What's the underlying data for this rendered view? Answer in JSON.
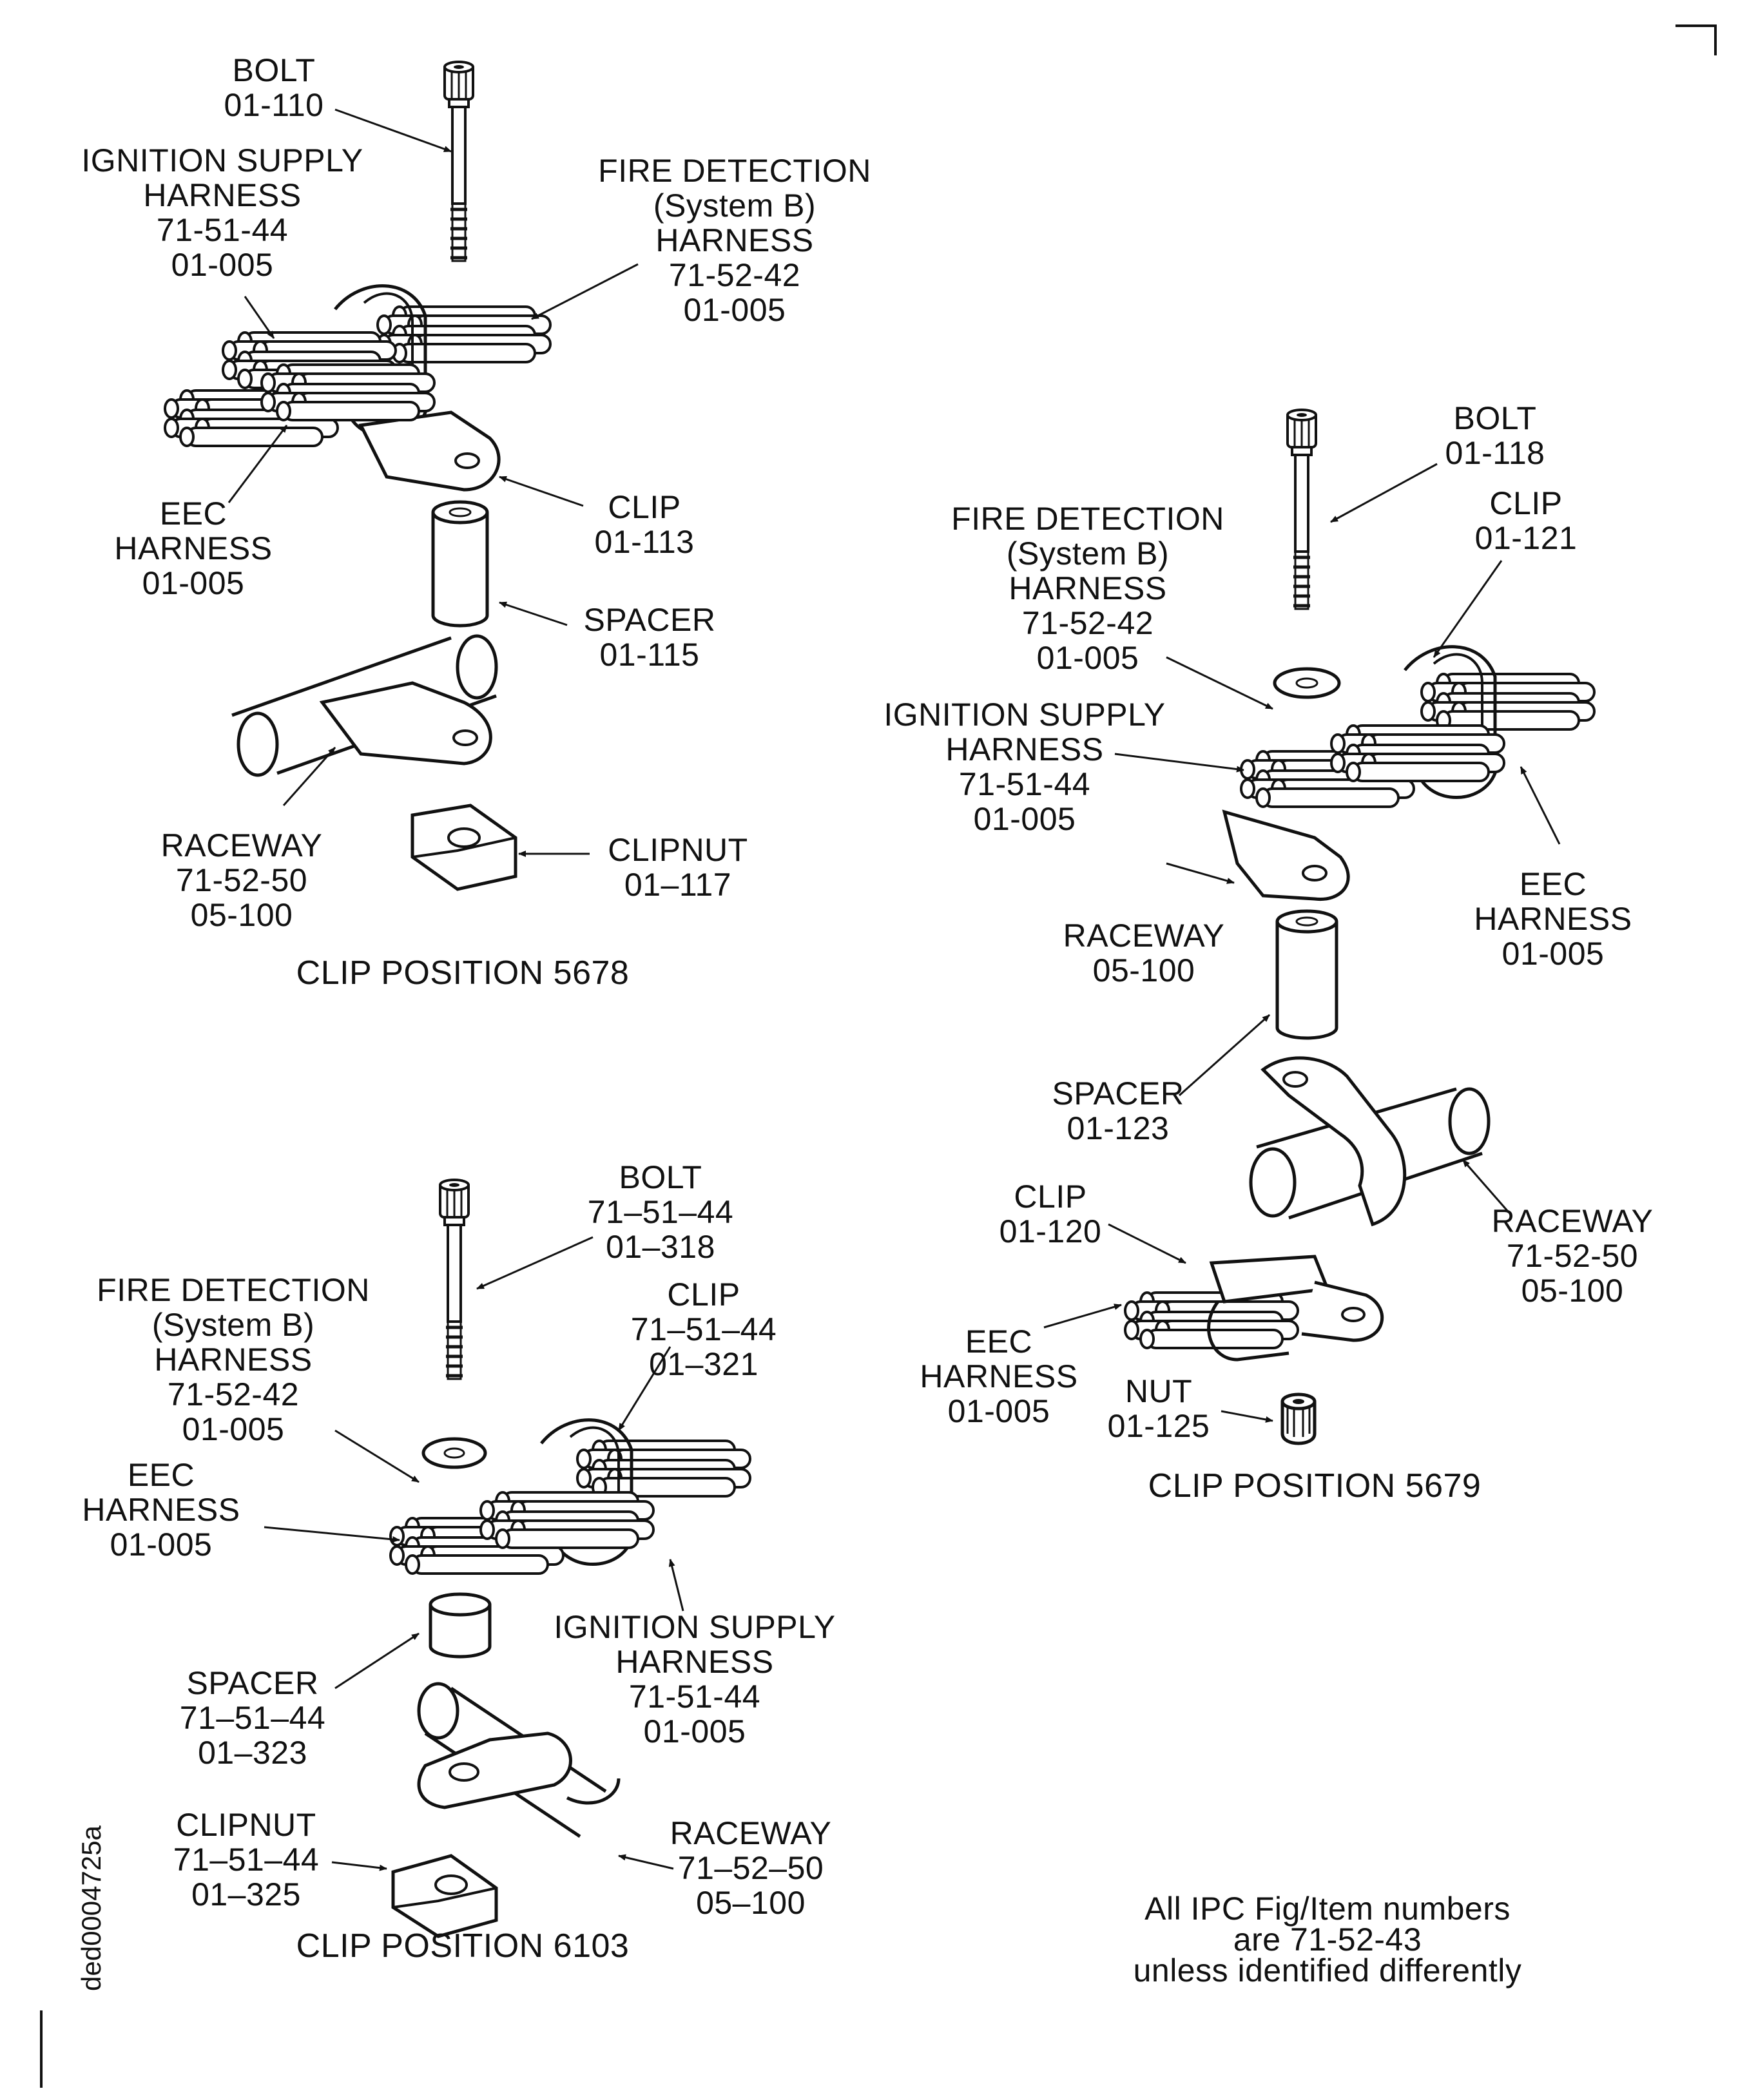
{
  "figure": {
    "document_id": "ded0004725a",
    "note": [
      "All IPC Fig/Item numbers",
      "are 71-52-43",
      "unless identified differently"
    ]
  },
  "clip_5678": {
    "caption": "CLIP POSITION 5678",
    "bolt": [
      "BOLT",
      "01-110"
    ],
    "ignition": [
      "IGNITION SUPPLY",
      "HARNESS",
      "71-51-44",
      "01-005"
    ],
    "fire": [
      "FIRE DETECTION",
      "(System B)",
      "HARNESS",
      "71-52-42",
      "01-005"
    ],
    "eec": [
      "EEC",
      "HARNESS",
      "01-005"
    ],
    "clip": [
      "CLIP",
      "01-113"
    ],
    "spacer": [
      "SPACER",
      "01-115"
    ],
    "raceway": [
      "RACEWAY",
      "71-52-50",
      "05-100"
    ],
    "clipnut": [
      "CLIPNUT",
      "01–117"
    ]
  },
  "clip_5679": {
    "caption": "CLIP POSITION 5679",
    "bolt": [
      "BOLT",
      "01-118"
    ],
    "fire": [
      "FIRE DETECTION",
      "(System B)",
      "HARNESS",
      "71-52-42",
      "01-005"
    ],
    "clip_top": [
      "CLIP",
      "01-121"
    ],
    "ignition": [
      "IGNITION SUPPLY",
      "HARNESS",
      "71-51-44",
      "01-005"
    ],
    "raceway_upper": [
      "RACEWAY",
      "05-100"
    ],
    "eec_upper": [
      "EEC",
      "HARNESS",
      "01-005"
    ],
    "spacer": [
      "SPACER",
      "01-123"
    ],
    "raceway_lower": [
      "RACEWAY",
      "71-52-50",
      "05-100"
    ],
    "clip_bottom": [
      "CLIP",
      "01-120"
    ],
    "eec_lower": [
      "EEC",
      "HARNESS",
      "01-005"
    ],
    "nut": [
      "NUT",
      "01-125"
    ]
  },
  "clip_6103": {
    "caption": "CLIP POSITION 6103",
    "bolt": [
      "BOLT",
      "71–51–44",
      "01–318"
    ],
    "fire": [
      "FIRE DETECTION",
      "(System B)",
      "HARNESS",
      "71-52-42",
      "01-005"
    ],
    "clip": [
      "CLIP",
      "71–51–44",
      "01–321"
    ],
    "eec": [
      "EEC",
      "HARNESS",
      "01-005"
    ],
    "ignition": [
      "IGNITION SUPPLY",
      "HARNESS",
      "71-51-44",
      "01-005"
    ],
    "spacer": [
      "SPACER",
      "71–51–44",
      "01–323"
    ],
    "clipnut": [
      "CLIPNUT",
      "71–51–44",
      "01–325"
    ],
    "raceway": [
      "RACEWAY",
      "71–52–50",
      "05–100"
    ]
  }
}
